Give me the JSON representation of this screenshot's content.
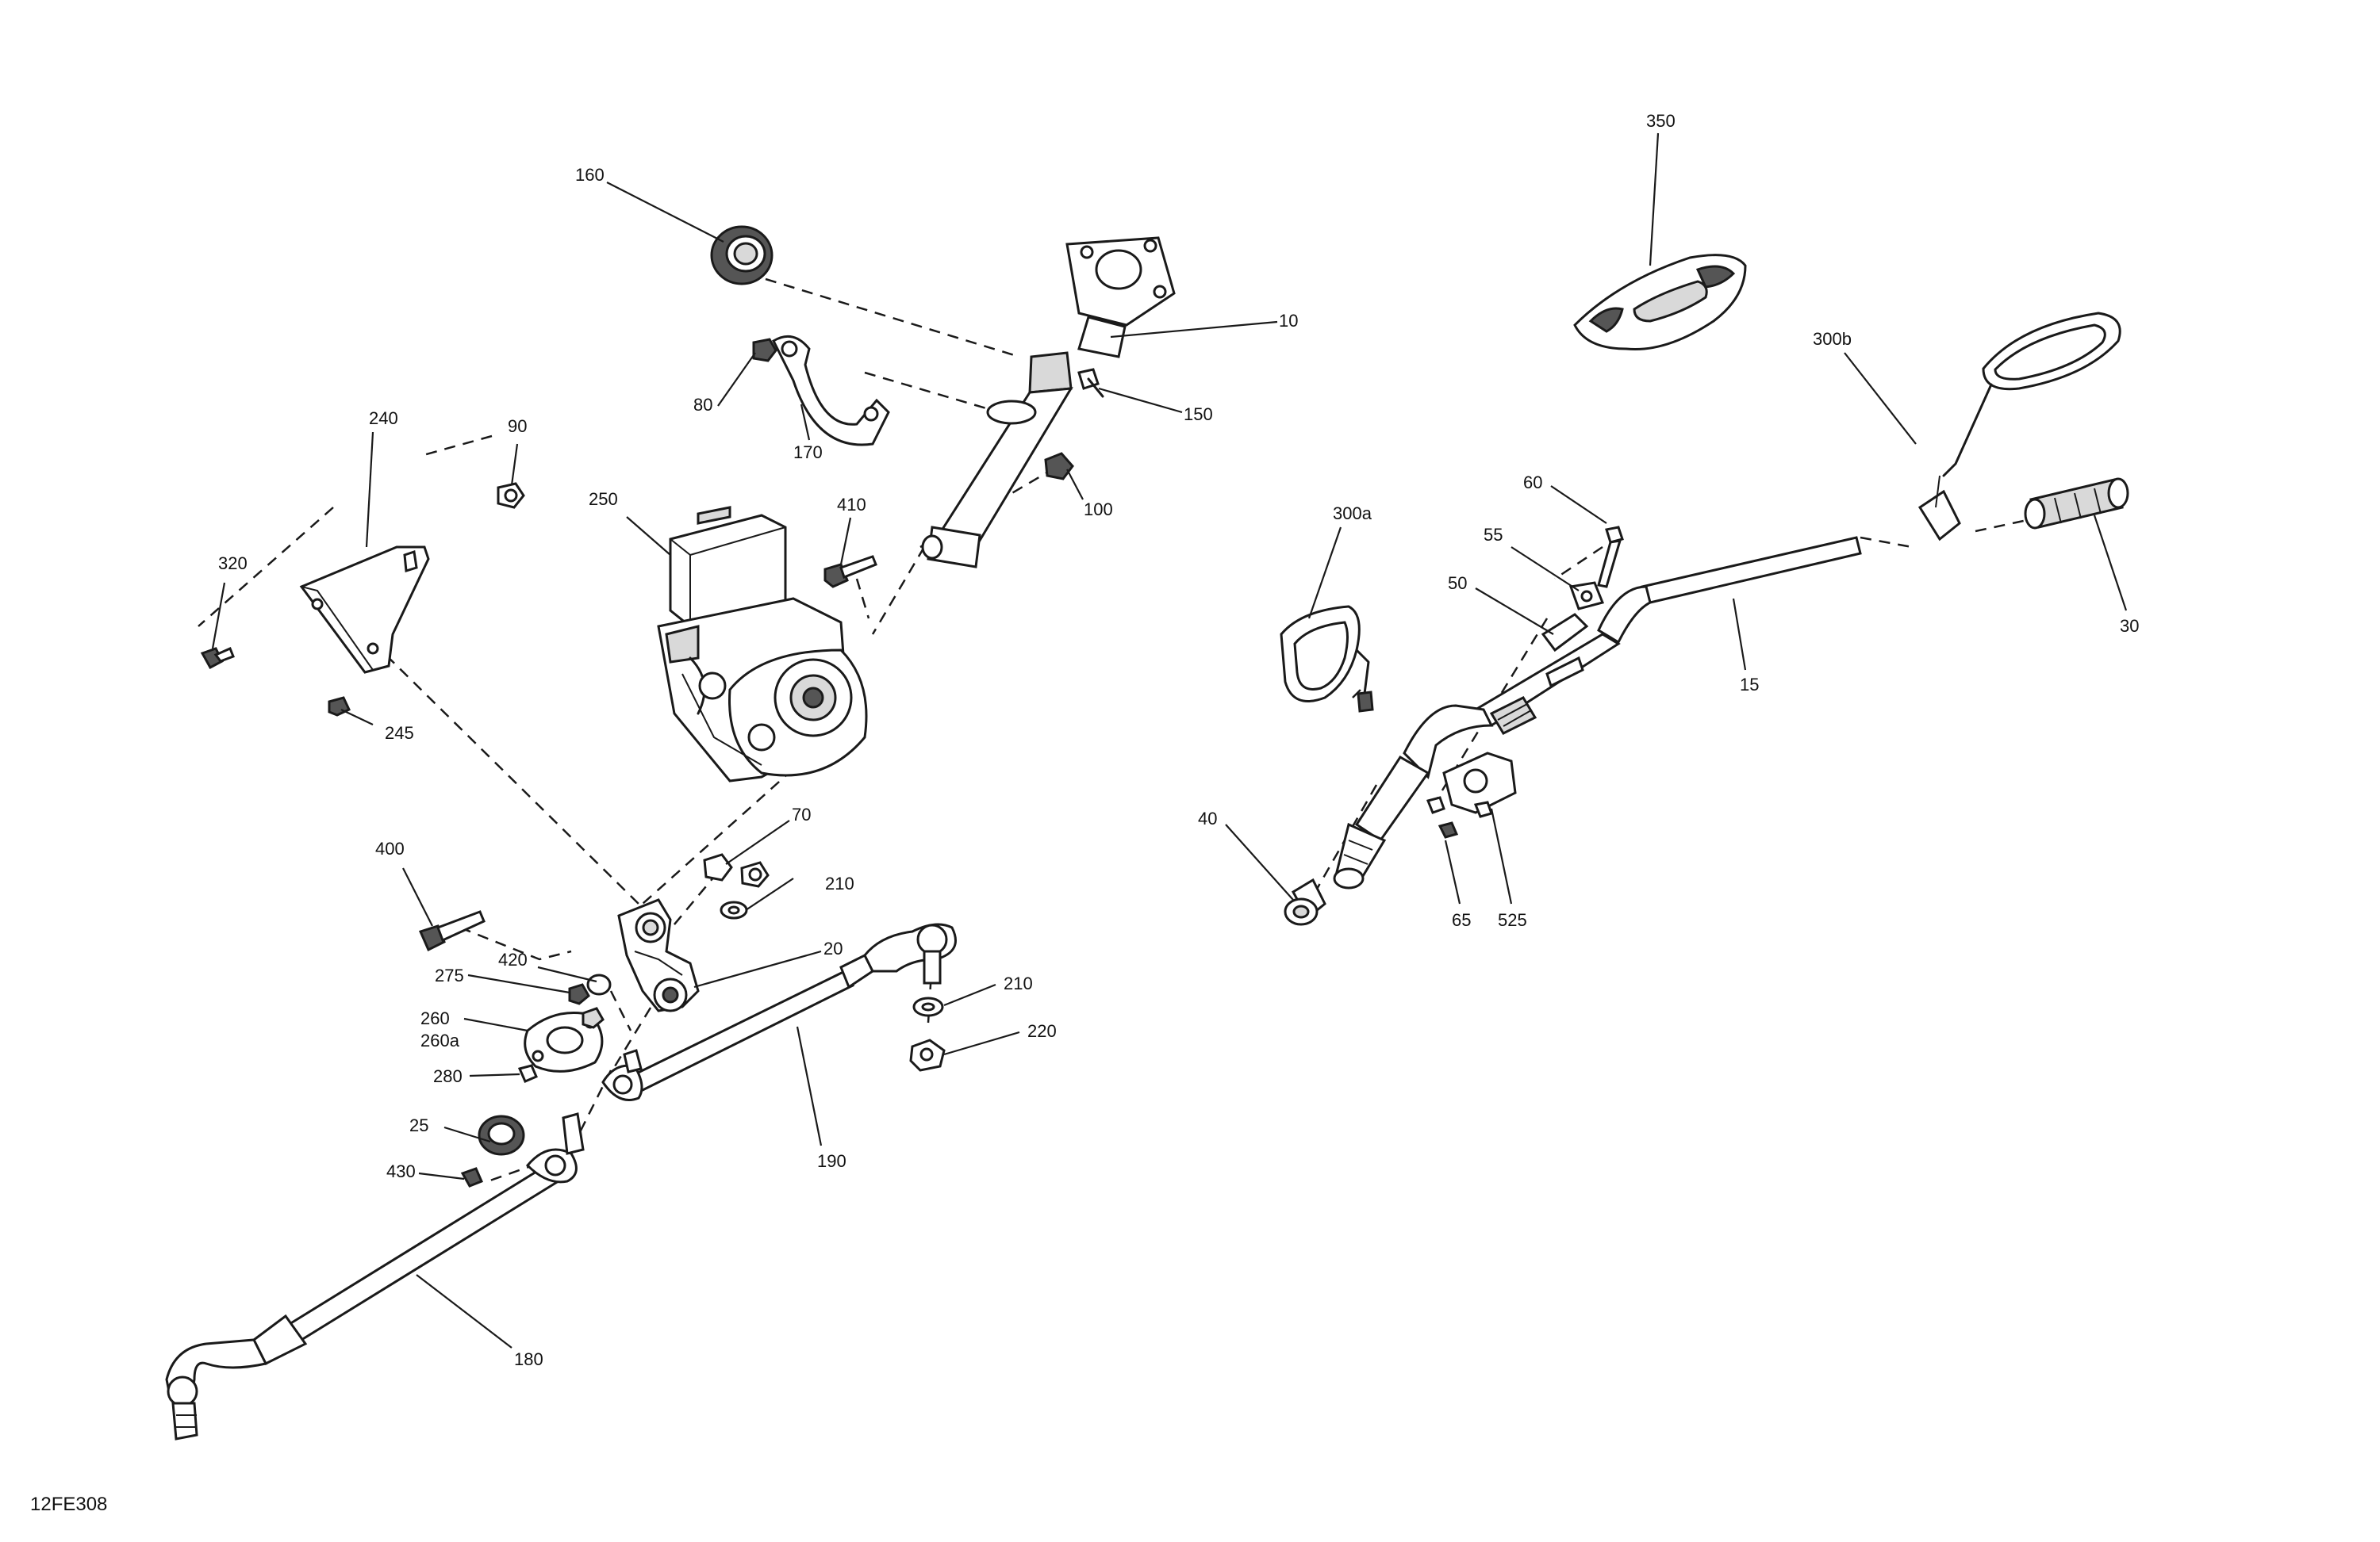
{
  "diagram_code": "12FE308",
  "callouts": [
    {
      "id": "c-10",
      "label": "10"
    },
    {
      "id": "c-15",
      "label": "15"
    },
    {
      "id": "c-20",
      "label": "20"
    },
    {
      "id": "c-25",
      "label": "25"
    },
    {
      "id": "c-30",
      "label": "30"
    },
    {
      "id": "c-40",
      "label": "40"
    },
    {
      "id": "c-50",
      "label": "50"
    },
    {
      "id": "c-55",
      "label": "55"
    },
    {
      "id": "c-60",
      "label": "60"
    },
    {
      "id": "c-65",
      "label": "65"
    },
    {
      "id": "c-70",
      "label": "70"
    },
    {
      "id": "c-80",
      "label": "80"
    },
    {
      "id": "c-90",
      "label": "90"
    },
    {
      "id": "c-100",
      "label": "100"
    },
    {
      "id": "c-150",
      "label": "150"
    },
    {
      "id": "c-160",
      "label": "160"
    },
    {
      "id": "c-170",
      "label": "170"
    },
    {
      "id": "c-180",
      "label": "180"
    },
    {
      "id": "c-190",
      "label": "190"
    },
    {
      "id": "c-210a",
      "label": "210"
    },
    {
      "id": "c-210b",
      "label": "210"
    },
    {
      "id": "c-220",
      "label": "220"
    },
    {
      "id": "c-240",
      "label": "240"
    },
    {
      "id": "c-245",
      "label": "245"
    },
    {
      "id": "c-250",
      "label": "250"
    },
    {
      "id": "c-260",
      "label": "260"
    },
    {
      "id": "c-260a",
      "label": "260a"
    },
    {
      "id": "c-275",
      "label": "275"
    },
    {
      "id": "c-280",
      "label": "280"
    },
    {
      "id": "c-300a",
      "label": "300a"
    },
    {
      "id": "c-300b",
      "label": "300b"
    },
    {
      "id": "c-320",
      "label": "320"
    },
    {
      "id": "c-350",
      "label": "350"
    },
    {
      "id": "c-400",
      "label": "400"
    },
    {
      "id": "c-410",
      "label": "410"
    },
    {
      "id": "c-420",
      "label": "420"
    },
    {
      "id": "c-430",
      "label": "430"
    },
    {
      "id": "c-525",
      "label": "525"
    }
  ]
}
